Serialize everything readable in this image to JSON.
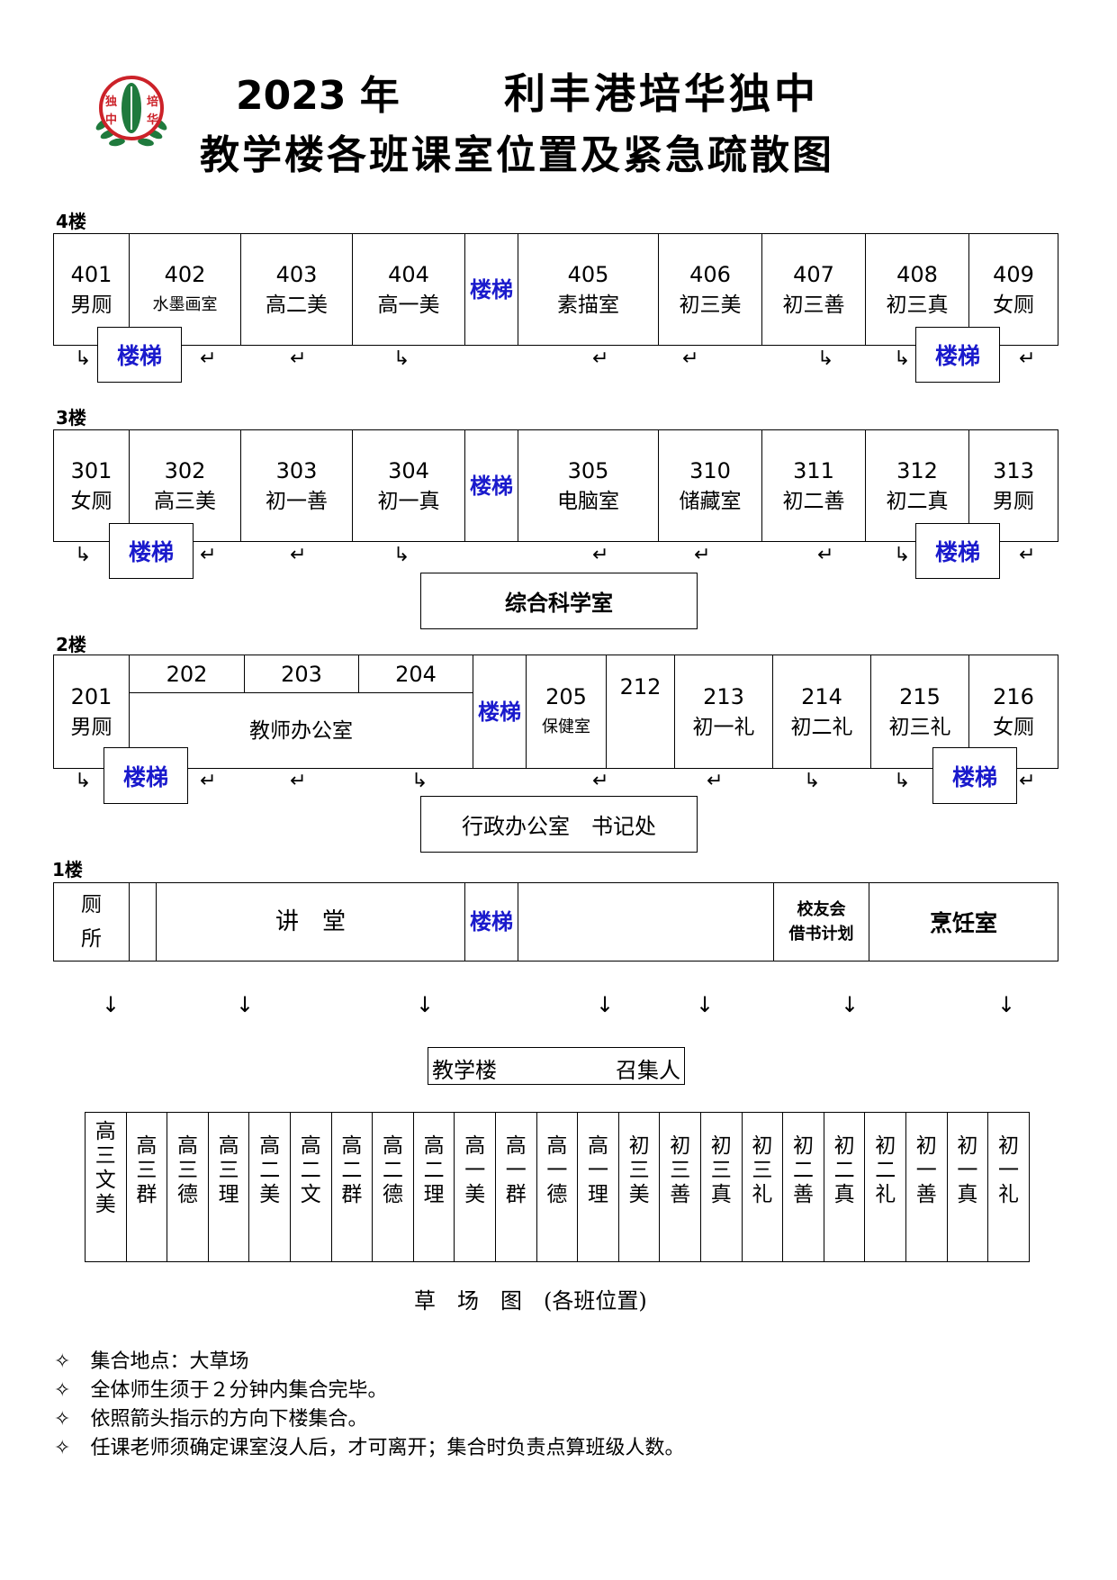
{
  "header": {
    "year": "2023 年",
    "school": "利丰港培华独中",
    "subtitle": "教学楼各班课室位置及紧急疏散图",
    "logo_text": [
      "独",
      "中",
      "培",
      "华"
    ]
  },
  "colors": {
    "stair_blue": "#1a1acc",
    "logo_red": "#cc2229",
    "logo_green": "#1f7a3d"
  },
  "stairs_label": "楼梯",
  "arrows": {
    "left": "↳",
    "right": "↵",
    "down": "↓"
  },
  "floor4": {
    "label": "4楼",
    "rooms": [
      {
        "num": "401",
        "name": "男厕"
      },
      {
        "num": "402",
        "name": "水墨画室"
      },
      {
        "num": "403",
        "name": "高二美"
      },
      {
        "num": "404",
        "name": "高一美"
      },
      {
        "num": "405",
        "name": "素描室"
      },
      {
        "num": "406",
        "name": "初三美"
      },
      {
        "num": "407",
        "name": "初三善"
      },
      {
        "num": "408",
        "name": "初三真"
      },
      {
        "num": "409",
        "name": "女厕"
      }
    ]
  },
  "floor3": {
    "label": "3楼",
    "rooms": [
      {
        "num": "301",
        "name": "女厕"
      },
      {
        "num": "302",
        "name": "高三美"
      },
      {
        "num": "303",
        "name": "初一善"
      },
      {
        "num": "304",
        "name": "初一真"
      },
      {
        "num": "305",
        "name": "电脑室"
      },
      {
        "num": "310",
        "name": "储藏室"
      },
      {
        "num": "311",
        "name": "初二善"
      },
      {
        "num": "312",
        "name": "初二真"
      },
      {
        "num": "313",
        "name": "男厕"
      }
    ],
    "extra": "综合科学室"
  },
  "floor2": {
    "label": "2楼",
    "rooms": [
      {
        "num": "201",
        "name": "男厕"
      },
      {
        "num": "202",
        "name": ""
      },
      {
        "num": "203",
        "name": ""
      },
      {
        "num": "204",
        "name": ""
      },
      {
        "num": "205",
        "name": "保健室"
      },
      {
        "num": "212",
        "name": ""
      },
      {
        "num": "213",
        "name": "初一礼"
      },
      {
        "num": "214",
        "name": "初二礼"
      },
      {
        "num": "215",
        "name": "初三礼"
      },
      {
        "num": "216",
        "name": "女厕"
      }
    ],
    "office": "教师办公室",
    "extra": "行政办公室　书记处"
  },
  "floor1": {
    "label": "1楼",
    "toilet": "厕所",
    "hall": "讲　堂",
    "alumni": [
      "校友会",
      "借书计划"
    ],
    "cooking": "烹饪室"
  },
  "assembly": {
    "label_left": "教学楼",
    "label_right": "召集人",
    "classes": [
      "高三文美",
      "高三群",
      "高三德",
      "高三理",
      "高二美",
      "高二文",
      "高二群",
      "高二德",
      "高二理",
      "高一美",
      "高一群",
      "高一德",
      "高一理",
      "初三美",
      "初三善",
      "初三真",
      "初三礼",
      "初二善",
      "初二真",
      "初二礼",
      "初一善",
      "初一真",
      "初一礼"
    ],
    "caption": "草　场　图　(各班位置)"
  },
  "notes": {
    "bullet": "✧",
    "items": [
      "集合地点：大草场",
      "全体师生须于２分钟内集合完毕。",
      "依照箭头指示的方向下楼集合。",
      "任课老师须确定课室沒人后，才可离开；集合时负责点算班级人数。"
    ]
  }
}
